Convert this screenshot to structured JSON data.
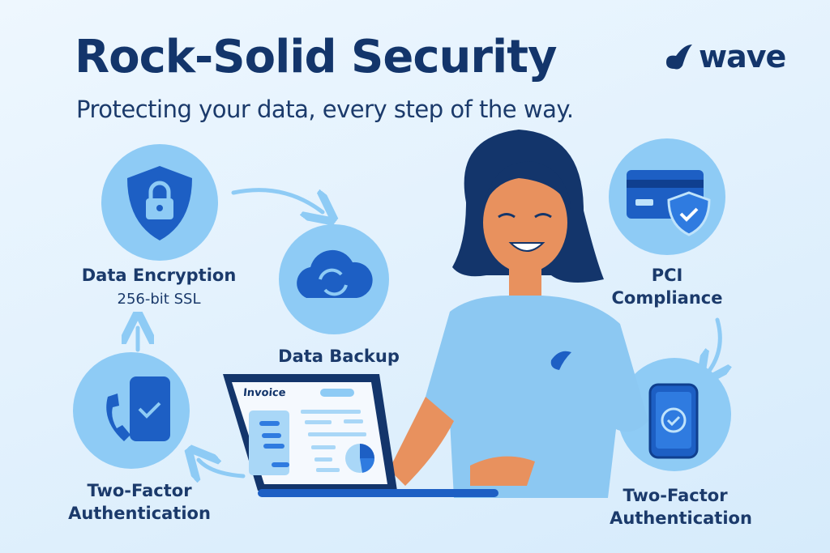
{
  "header": {
    "title": "Rock-Solid Security",
    "subtitle": "Protecting your data, every step of the way.",
    "logo_text": "wave"
  },
  "features": [
    {
      "name": "Data Encryption",
      "detail": "256-bit SSL",
      "icon": "shield-lock-icon"
    },
    {
      "name": "Data Backup",
      "icon": "cloud-sync-icon"
    },
    {
      "name_line1": "PCI",
      "name_line2": "Compliance",
      "icon": "credit-card-shield-icon"
    },
    {
      "name_line1": "Two-Factor",
      "name_line2": "Authentication",
      "icon": "phone-check-icon"
    },
    {
      "name_line1": "Two-Factor",
      "name_line2": "Authentication",
      "icon": "mobile-check-icon"
    }
  ],
  "laptop": {
    "screen_title": "Invoice"
  },
  "colors": {
    "navy": "#13356b",
    "circle": "#8ecbf5",
    "icon_blue": "#1d5fc4",
    "shirt": "#8cc8f2",
    "skin": "#e8915e"
  }
}
